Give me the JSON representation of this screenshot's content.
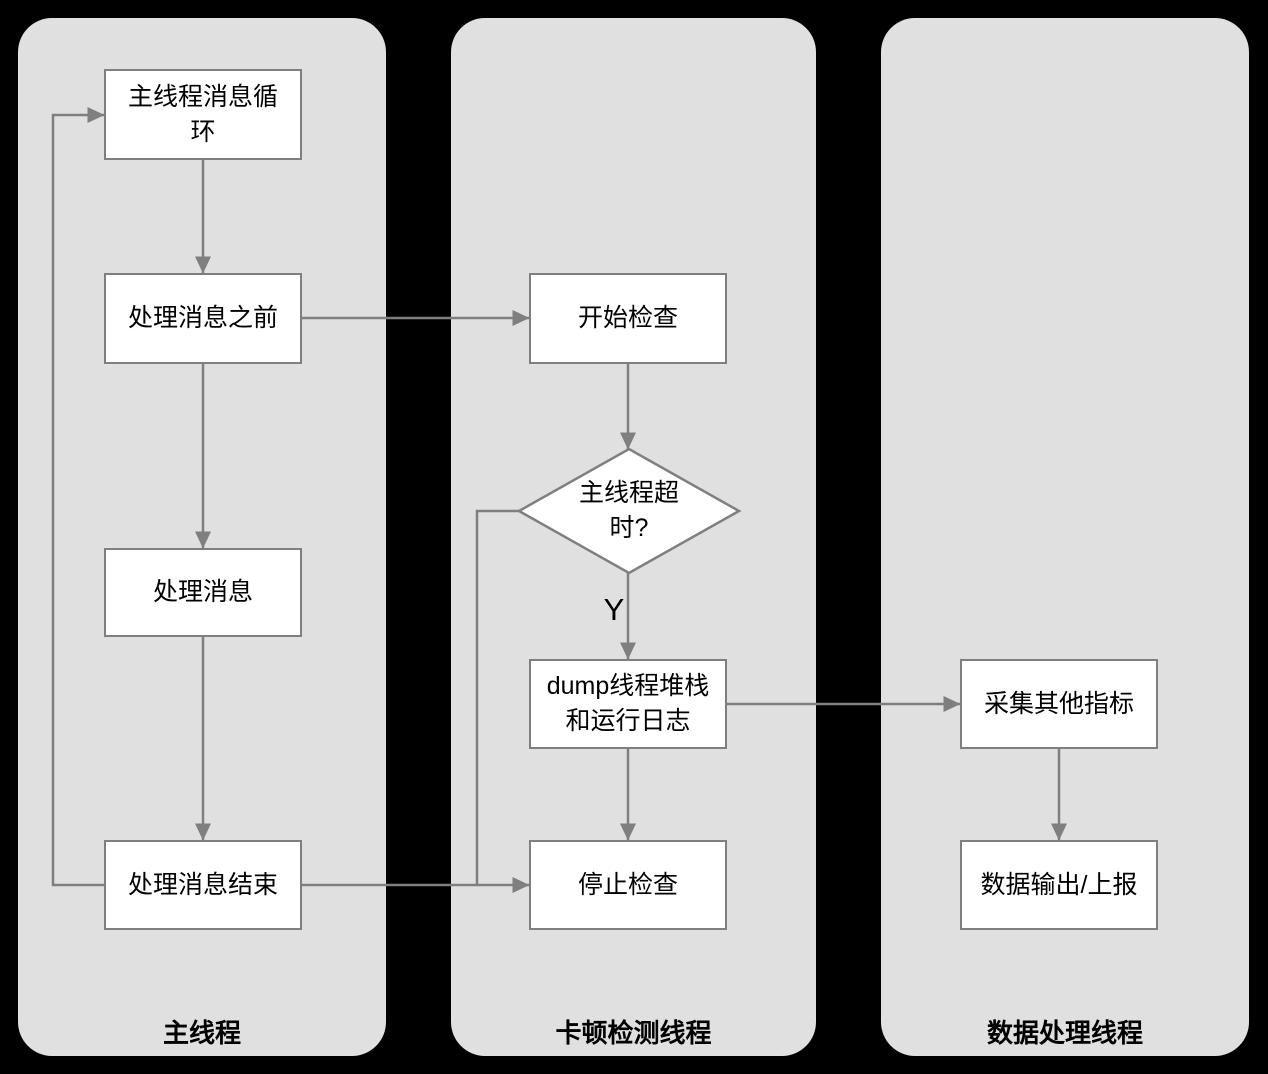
{
  "colors": {
    "background": "#000000",
    "lane_fill": "#e0e0e0",
    "node_fill": "#ffffff",
    "stroke": "#7f7f7f",
    "text": "#000000"
  },
  "lanes": [
    {
      "label": "主线程"
    },
    {
      "label": "卡顿检测线程"
    },
    {
      "label": "数据处理线程"
    }
  ],
  "nodes": {
    "msg_loop": "主线程消息循\n环",
    "before_msg": "处理消息之前",
    "process_msg": "处理消息",
    "end_msg": "处理消息结束",
    "start_check": "开始检查",
    "timeout_decision": "主线程超\n时?",
    "dump_stack": "dump线程堆栈\n和运行日志",
    "stop_check": "停止检查",
    "collect_metrics": "采集其他指标",
    "data_output": "数据输出/上报"
  },
  "edge_labels": {
    "timeout_yes": "Y"
  }
}
